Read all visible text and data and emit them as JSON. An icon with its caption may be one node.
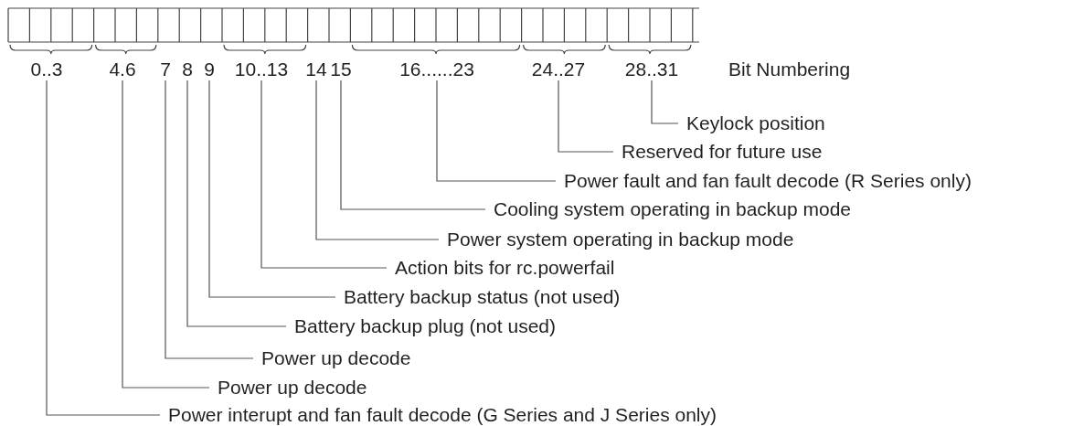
{
  "diagram": {
    "nodes": [
      {
        "text": [
          "0..3"
        ]
      },
      {
        "text": [
          "4.6"
        ]
      },
      {
        "text": [
          "7"
        ]
      },
      {
        "text": [
          "8"
        ]
      },
      {
        "text": [
          "9"
        ]
      },
      {
        "text": [
          "10..13"
        ]
      },
      {
        "text": [
          "14"
        ]
      },
      {
        "text": [
          "15"
        ]
      },
      {
        "text": [
          "16......23"
        ]
      },
      {
        "text": [
          "24..27"
        ]
      },
      {
        "text": [
          "28..31"
        ]
      },
      {
        "text": [
          "Keylock position"
        ]
      },
      {
        "text": [
          "Reserved for future use"
        ]
      },
      {
        "text": [
          "Power fault and fan fault decode (R Series only)"
        ]
      },
      {
        "text": [
          "Cooling system operating in backup mode"
        ]
      },
      {
        "text": [
          "Power system operating in backup mode"
        ]
      },
      {
        "text": [
          "Action bits for rc.powerfail"
        ]
      },
      {
        "text": [
          "Battery backup status (not used)"
        ]
      },
      {
        "text": [
          "Battery backup plug (not used)"
        ]
      },
      {
        "text": [
          "Power up decode"
        ]
      },
      {
        "text": [
          "Power up decode"
        ]
      },
      {
        "text": [
          "Power interupt and fan fault decode (G Series and J Series only)"
        ]
      }
    ],
    "edges": [
      {
        "from": 10,
        "to": 11,
        "arrow": "none"
      },
      {
        "from": 9,
        "to": 12,
        "arrow": "none"
      },
      {
        "from": 8,
        "to": 13,
        "arrow": "none"
      },
      {
        "from": 7,
        "to": 14,
        "arrow": "none"
      },
      {
        "from": 6,
        "to": 15,
        "arrow": "none"
      },
      {
        "from": 5,
        "to": 16,
        "arrow": "none"
      },
      {
        "from": 4,
        "to": 17,
        "arrow": "none"
      },
      {
        "from": 3,
        "to": 18,
        "arrow": "none"
      },
      {
        "from": 2,
        "to": 19,
        "arrow": "none"
      },
      {
        "from": 1,
        "to": 20,
        "arrow": "none"
      },
      {
        "from": 0,
        "to": 21,
        "arrow": "none"
      }
    ],
    "labels": [
      "Bit Numbering"
    ]
  }
}
